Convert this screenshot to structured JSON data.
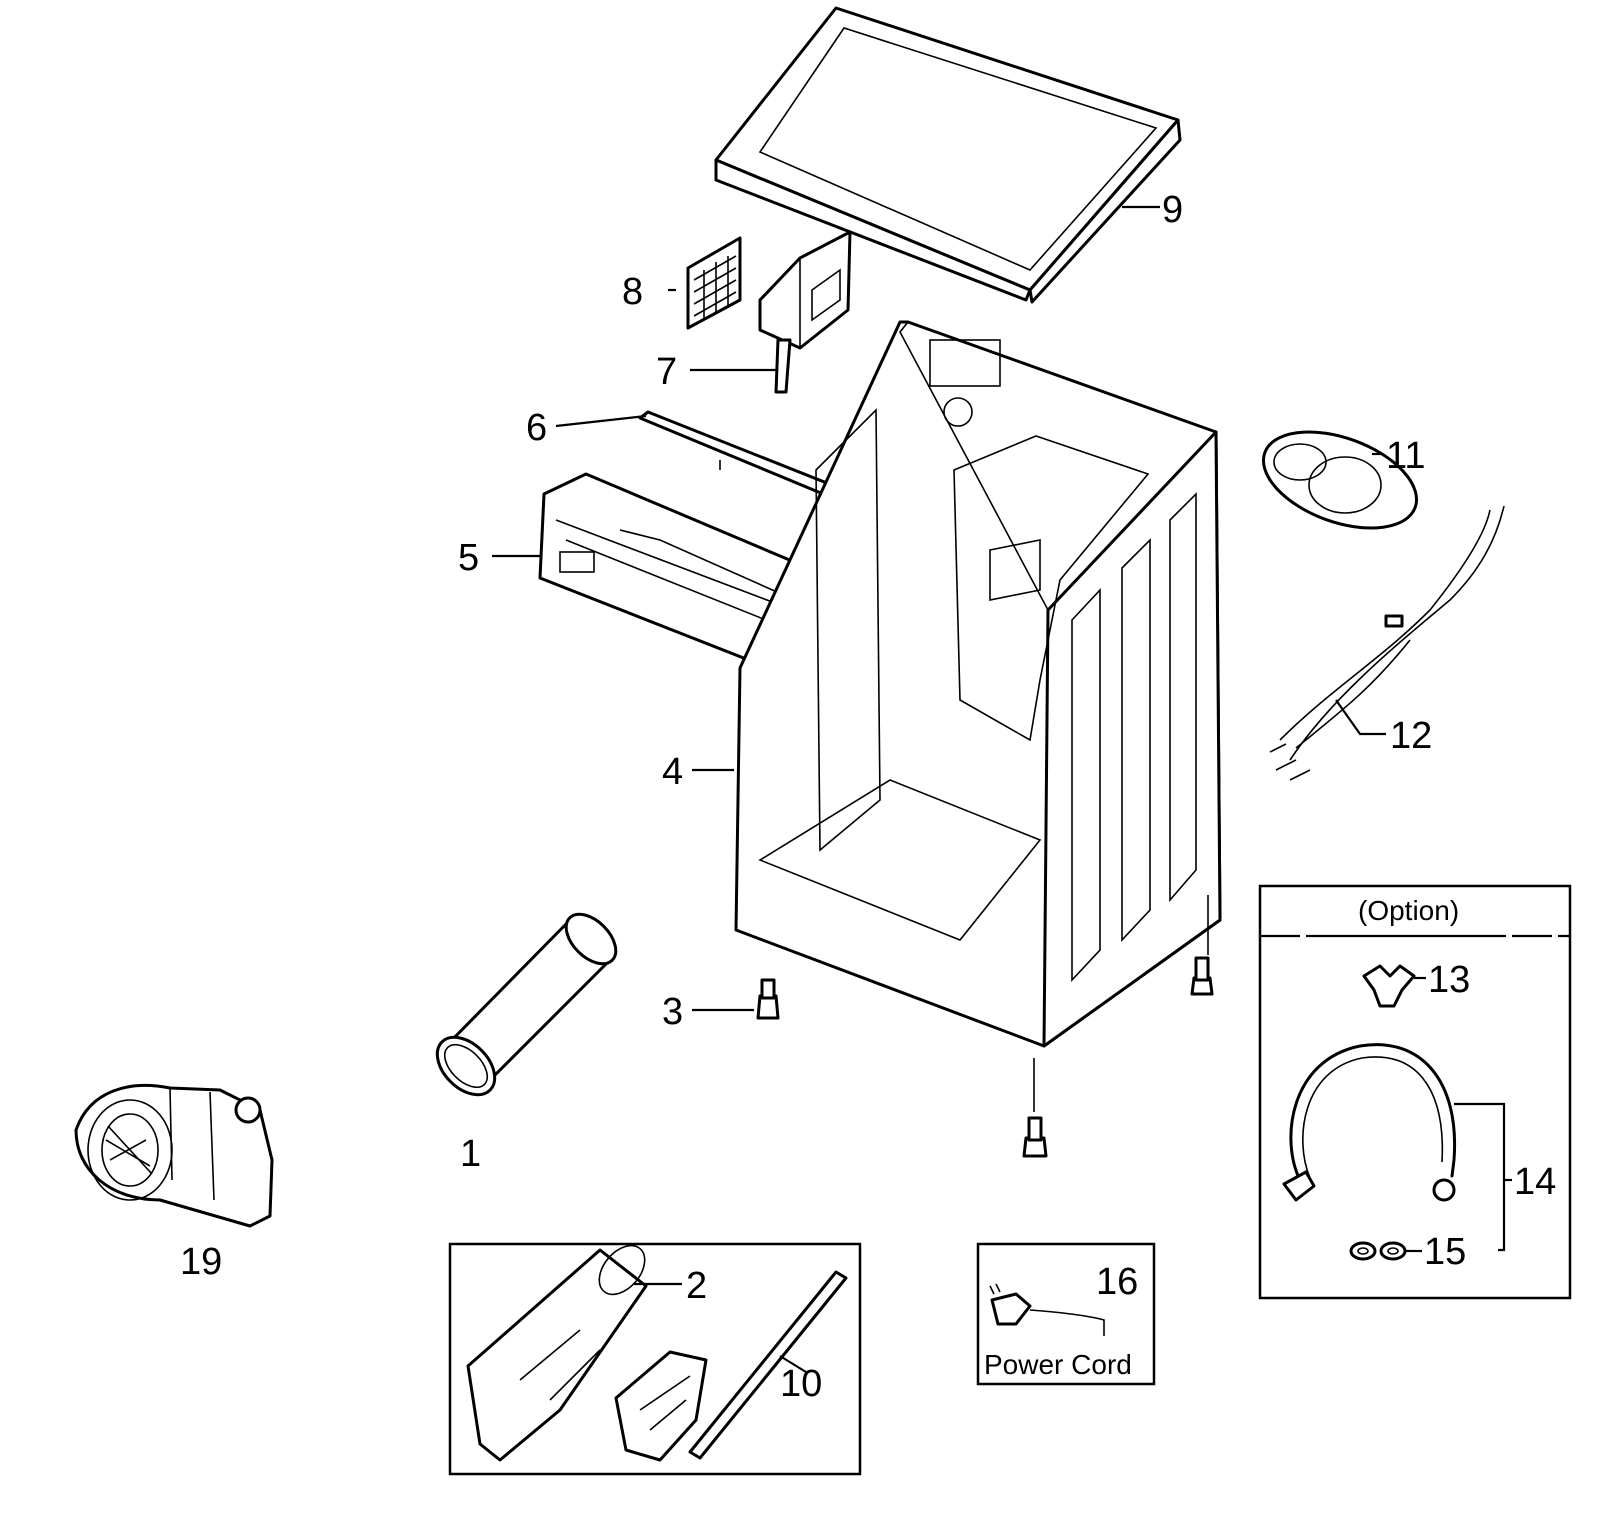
{
  "callouts": {
    "c1": "1",
    "c2": "2",
    "c3": "3",
    "c4": "4",
    "c5": "5",
    "c6": "6",
    "c7": "7",
    "c8": "8",
    "c9": "9",
    "c10": "10",
    "c11": "11",
    "c12": "12",
    "c13": "13",
    "c14": "14",
    "c15": "15",
    "c16": "16",
    "c19": "19"
  },
  "option_box": {
    "title": "(Option)"
  },
  "power_box": {
    "caption": "Power Cord"
  }
}
